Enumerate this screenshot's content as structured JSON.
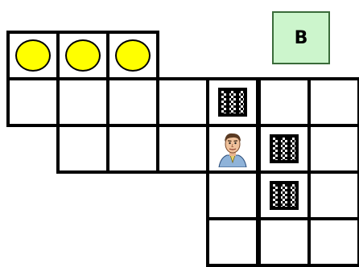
{
  "goal_box": {
    "label": "B",
    "color": "#ccf5cc"
  },
  "board": {
    "token_color": "#ffff00",
    "grid": [
      [
        "token",
        "token",
        "token",
        "none",
        "none",
        "none",
        "none"
      ],
      [
        "empty",
        "empty",
        "empty",
        "empty",
        "block",
        "empty",
        "empty"
      ],
      [
        "none",
        "empty",
        "empty",
        "empty",
        "player",
        "block",
        "empty"
      ],
      [
        "none",
        "none",
        "none",
        "none",
        "empty",
        "block",
        "empty"
      ],
      [
        "none",
        "none",
        "none",
        "none",
        "empty",
        "empty",
        "empty"
      ]
    ],
    "legend": {
      "token": "yellow-token",
      "block": "checkered-block",
      "player": "player-figure"
    }
  }
}
